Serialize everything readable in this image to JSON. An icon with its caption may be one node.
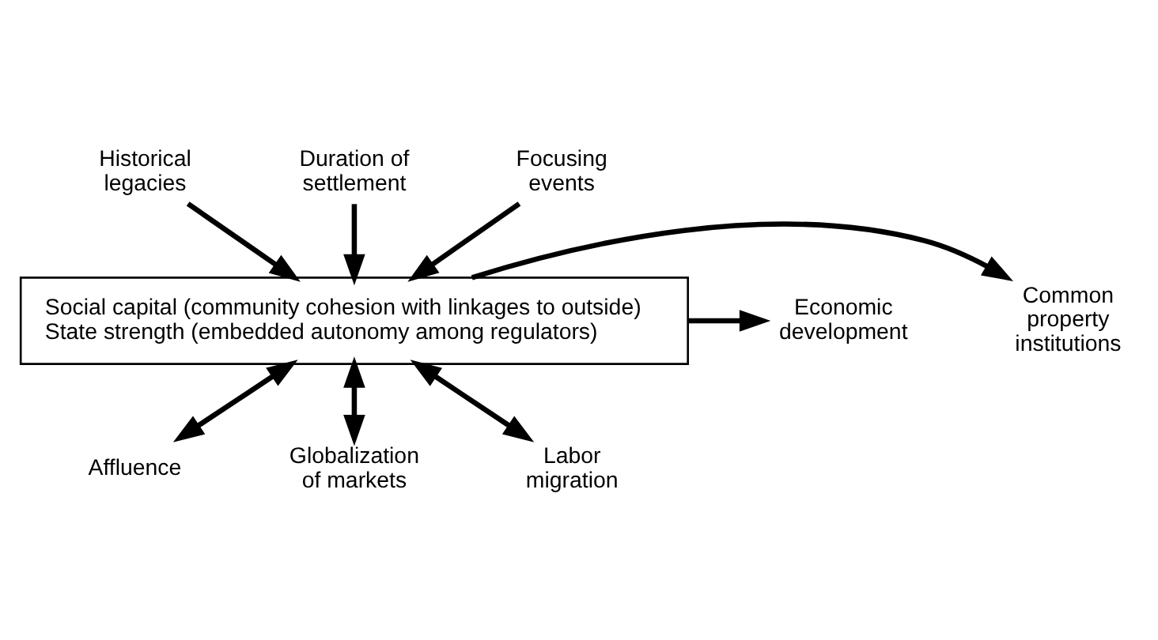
{
  "diagram": {
    "nodes": [
      {
        "text": [
          "Historical legacies"
        ]
      },
      {
        "text": [
          "Duration of settlement"
        ]
      },
      {
        "text": [
          "Focusing events"
        ]
      },
      {
        "text": [
          "Social capital (community cohesion with linkages to outside)",
          "State strength (embedded autonomy among regulators)"
        ]
      },
      {
        "text": [
          "Common property institutions"
        ]
      },
      {
        "text": [
          "Economic development"
        ]
      },
      {
        "text": [
          "Affluence"
        ]
      },
      {
        "text": [
          "Globalization of markets"
        ]
      },
      {
        "text": [
          "Labor migration"
        ]
      }
    ],
    "edges": [
      {
        "from": 0,
        "to": 3,
        "arrow": "to"
      },
      {
        "from": 1,
        "to": 3,
        "arrow": "to"
      },
      {
        "from": 2,
        "to": 3,
        "arrow": "to"
      },
      {
        "from": 3,
        "to": 4,
        "arrow": "to"
      },
      {
        "from": 3,
        "to": 5,
        "arrow": "to"
      },
      {
        "from": 3,
        "to": 6,
        "arrow": "both"
      },
      {
        "from": 3,
        "to": 7,
        "arrow": "both"
      },
      {
        "from": 3,
        "to": 8,
        "arrow": "both"
      }
    ]
  }
}
